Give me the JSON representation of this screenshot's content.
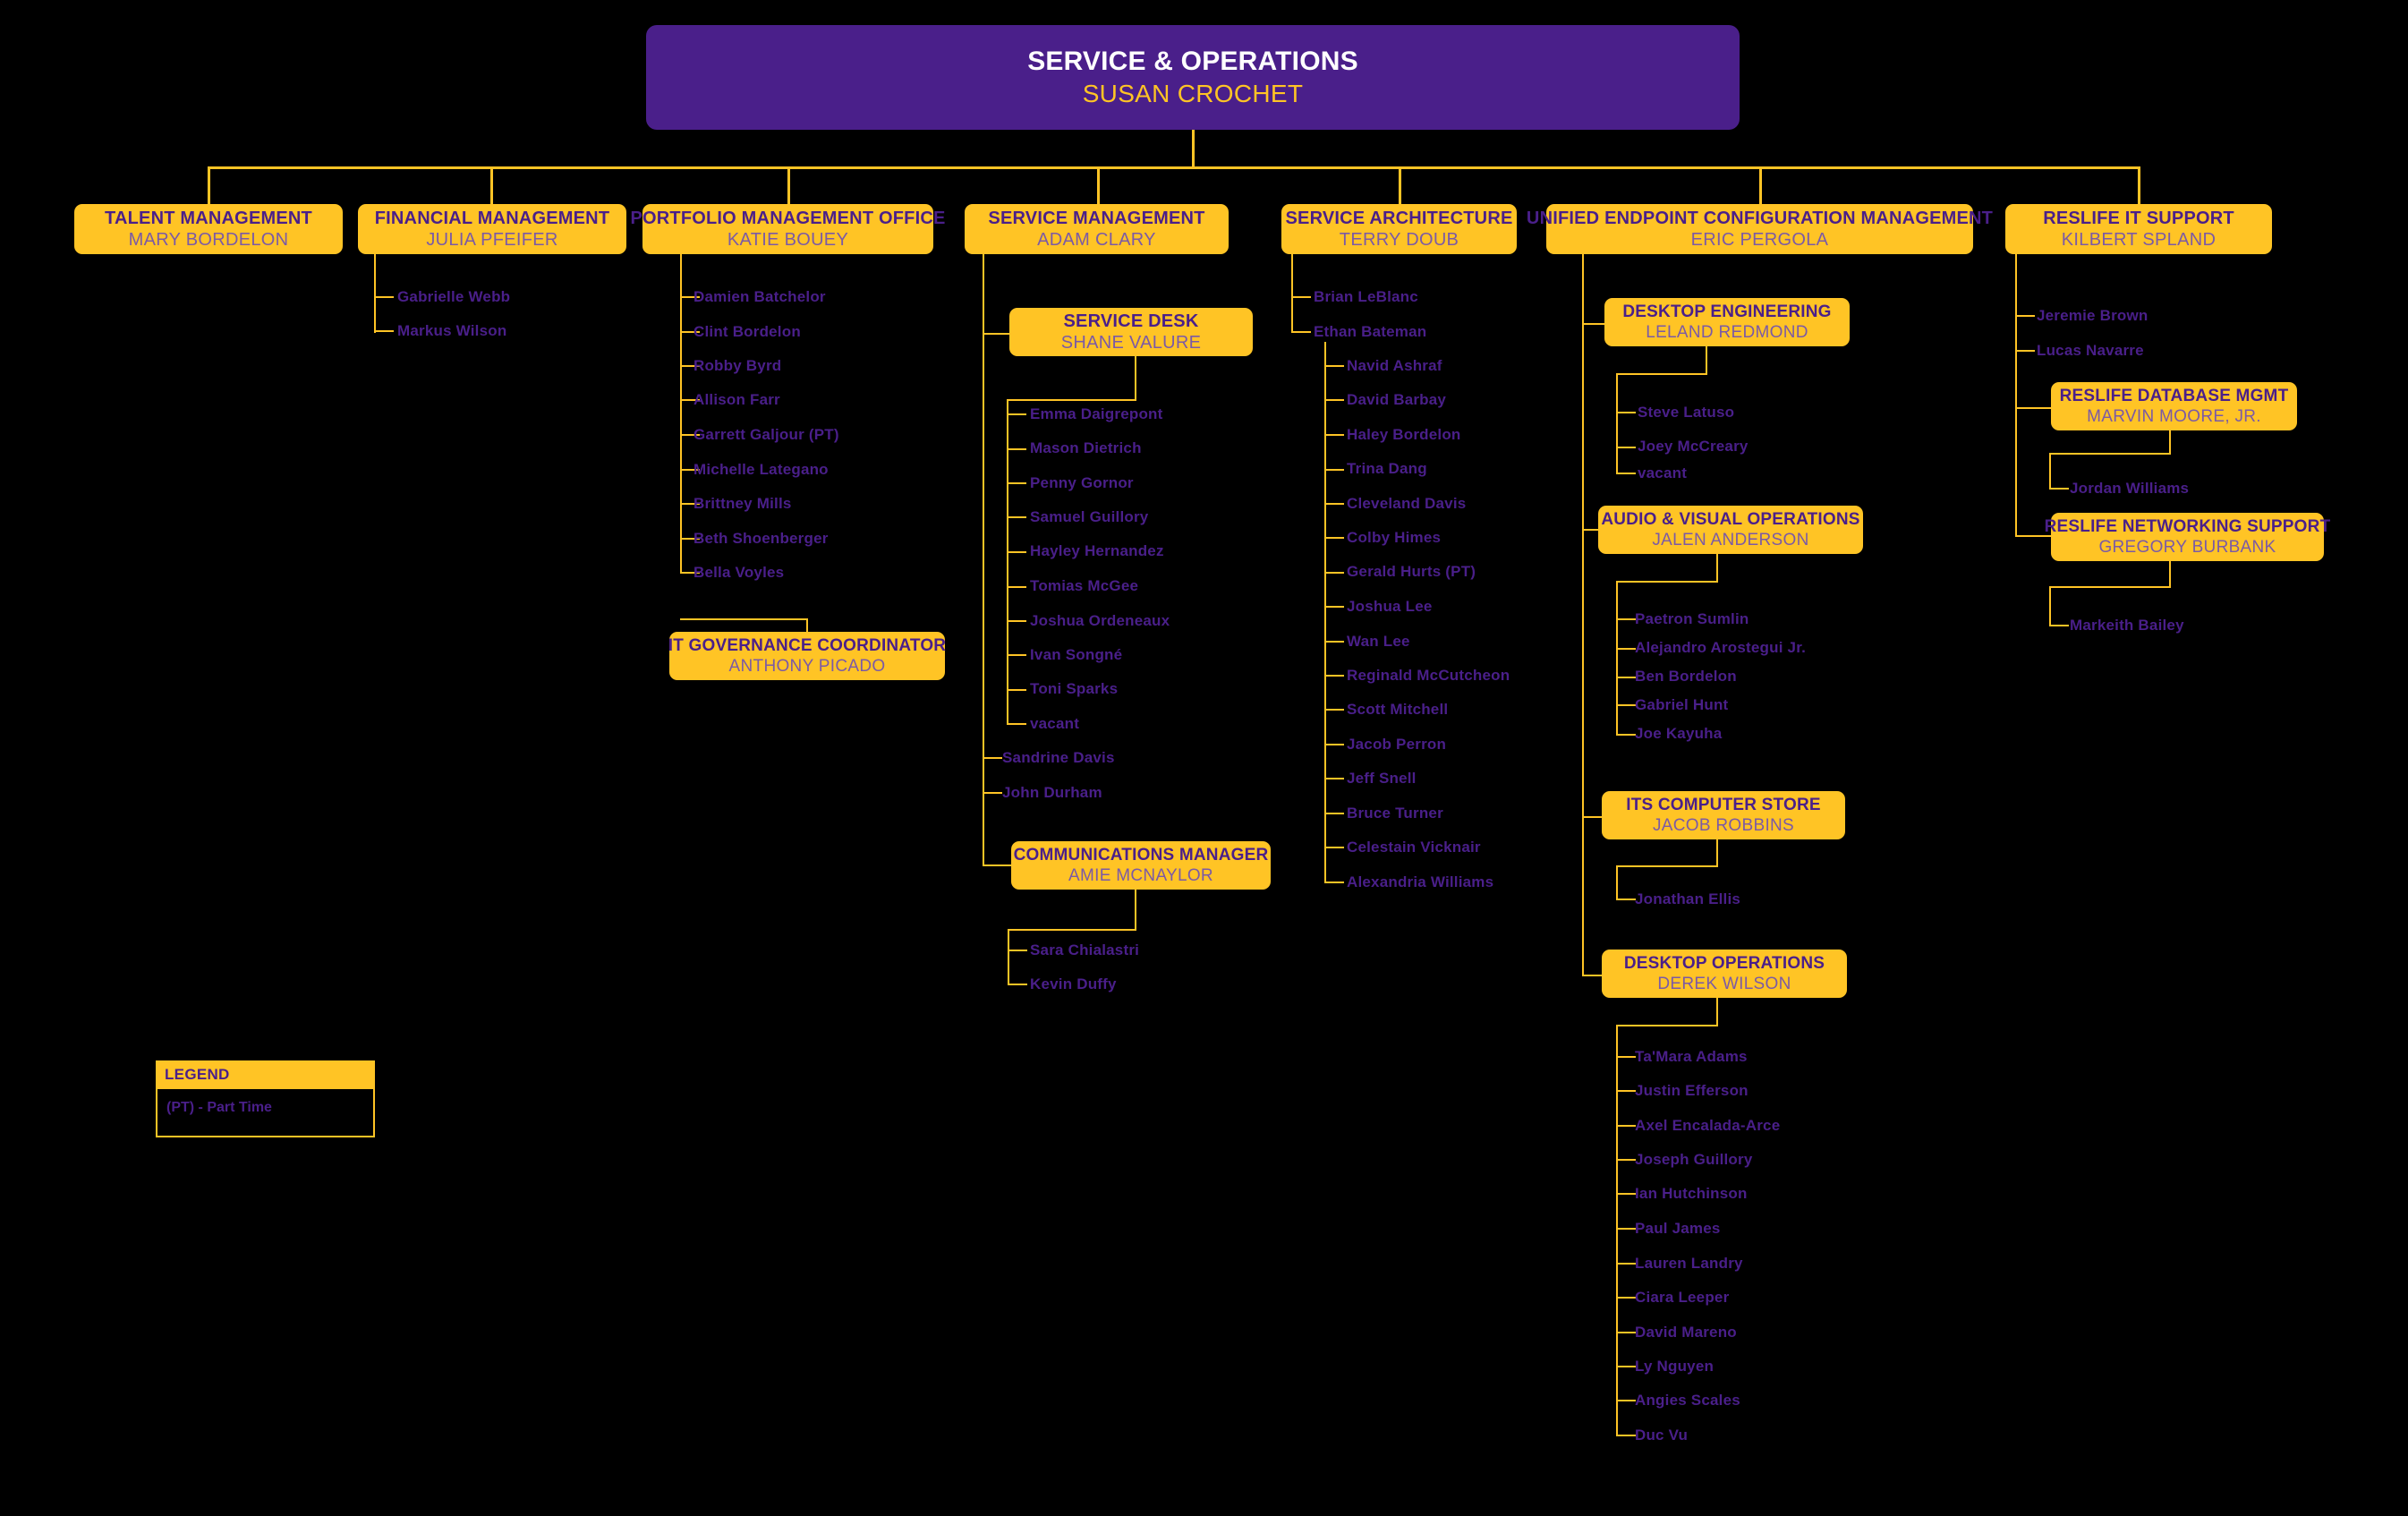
{
  "colors": {
    "background": "#000000",
    "root_box": "#4a1f8a",
    "root_title": "#ffffff",
    "root_name": "#ffc425",
    "box_fill": "#ffc425",
    "box_title": "#4a1f8a",
    "box_name": "#7b5aa6",
    "leaf_text": "#4a1f8a",
    "connector": "#ffc425"
  },
  "root": {
    "title": "SERVICE & OPERATIONS",
    "name": "SUSAN CROCHET"
  },
  "divisions": {
    "talent_management": {
      "title": "TALENT MANAGEMENT",
      "name": "MARY BORDELON"
    },
    "financial_management": {
      "title": "FINANCIAL MANAGEMENT",
      "name": "JULIA PFEIFER"
    },
    "portfolio_management": {
      "title": "PORTFOLIO MANAGEMENT OFFICE",
      "name": "KATIE BOUEY"
    },
    "service_management": {
      "title": "SERVICE MANAGEMENT",
      "name": "ADAM CLARY"
    },
    "service_architecture": {
      "title": "SERVICE ARCHITECTURE",
      "name": "TERRY DOUB"
    },
    "uecm": {
      "title": "UNIFIED ENDPOINT CONFIGURATION MANAGEMENT",
      "name": "ERIC PERGOLA"
    },
    "reslife_it_support": {
      "title": "RESLIFE IT SUPPORT",
      "name": "KILBERT SPLAND"
    }
  },
  "subunits": {
    "service_desk": {
      "title": "SERVICE DESK",
      "name": "SHANE VALURE"
    },
    "it_governance": {
      "title": "IT GOVERNANCE COORDINATOR",
      "name": "ANTHONY PICADO"
    },
    "communications_manager": {
      "title": "COMMUNICATIONS MANAGER",
      "name": "AMIE MCNAYLOR"
    },
    "desktop_engineering": {
      "title": "DESKTOP ENGINEERING",
      "name": "LELAND REDMOND"
    },
    "audio_visual_operations": {
      "title": "AUDIO & VISUAL OPERATIONS",
      "name": "JALEN ANDERSON"
    },
    "its_computer_store": {
      "title": "ITS COMPUTER STORE",
      "name": "JACOB ROBBINS"
    },
    "desktop_operations": {
      "title": "DESKTOP OPERATIONS",
      "name": "DEREK WILSON"
    },
    "reslife_database_mgmt": {
      "title": "RESLIFE DATABASE MGMT",
      "name": "MARVIN MOORE, JR."
    },
    "reslife_networking_support": {
      "title": "RESLIFE NETWORKING SUPPORT",
      "name": "GREGORY BURBANK"
    }
  },
  "staff": {
    "financial_management": [
      "Gabrielle Webb",
      "Markus Wilson"
    ],
    "portfolio_management": [
      "Damien Batchelor",
      "Clint Bordelon",
      "Robby Byrd",
      "Allison Farr",
      "Garrett Galjour (PT)",
      "Michelle Lategano",
      "Brittney Mills",
      "Beth Shoenberger",
      "Bella Voyles"
    ],
    "service_desk": [
      "Emma Daigrepont",
      "Mason Dietrich",
      "Penny Gornor",
      "Samuel Guillory",
      "Hayley Hernandez",
      "Tomias McGee",
      "Joshua Ordeneaux",
      "Ivan Songné",
      "Toni Sparks",
      "vacant"
    ],
    "service_management_direct": [
      "Sandrine Davis",
      "John Durham"
    ],
    "communications_manager": [
      "Sara Chialastri",
      "Kevin Duffy"
    ],
    "service_architecture_direct": [
      "Brian LeBlanc",
      "Ethan Bateman"
    ],
    "ethan_bateman": [
      "Navid Ashraf",
      "David Barbay",
      "Haley Bordelon",
      "Trina Dang",
      "Cleveland Davis",
      "Colby Himes",
      "Gerald Hurts (PT)",
      "Joshua Lee",
      "Wan Lee",
      "Reginald McCutcheon",
      "Scott Mitchell",
      "Jacob Perron",
      "Jeff Snell",
      "Bruce Turner",
      "Celestain Vicknair",
      "Alexandria Williams"
    ],
    "desktop_engineering": [
      "Steve Latuso",
      "Joey McCreary",
      "vacant"
    ],
    "audio_visual_operations": [
      "Paetron Sumlin",
      "Alejandro Arostegui Jr.",
      "Ben Bordelon",
      "Gabriel Hunt",
      "Joe Kayuha"
    ],
    "its_computer_store": [
      "Jonathan Ellis"
    ],
    "desktop_operations": [
      "Ta'Mara Adams",
      "Justin Efferson",
      "Axel Encalada-Arce",
      "Joseph Guillory",
      "Ian Hutchinson",
      "Paul James",
      "Lauren Landry",
      "Ciara Leeper",
      "David Mareno",
      "Ly Nguyen",
      "Angies Scales",
      "Duc Vu"
    ],
    "reslife_it_support_direct": [
      "Jeremie Brown",
      "Lucas Navarre"
    ],
    "reslife_database_mgmt": [
      "Jordan Williams"
    ],
    "reslife_networking_support": [
      "Markeith Bailey"
    ]
  },
  "legend": {
    "heading": "LEGEND",
    "items": [
      "(PT) - Part Time"
    ]
  }
}
